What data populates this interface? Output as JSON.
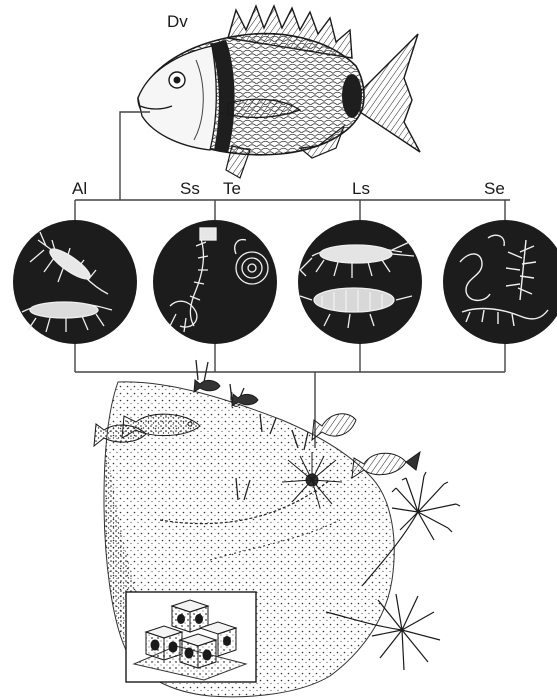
{
  "labels": {
    "predator": "Dv",
    "al": "Al",
    "ss": "Ss",
    "te": "Te",
    "ls": "Ls",
    "se": "Se"
  },
  "nodes": [
    {
      "id": "predator",
      "label_key": "predator",
      "icon": "sea-bream-fish-illustration"
    },
    {
      "id": "al",
      "label_key": "al",
      "icon": "amphipod-crustaceans-circle"
    },
    {
      "id": "ss-te",
      "label_keys": [
        "ss",
        "te"
      ],
      "icon": "polychaete-worms-and-gastropod-circle"
    },
    {
      "id": "ls",
      "label_key": "ls",
      "icon": "decapod-shrimp-and-isopod-circle"
    },
    {
      "id": "se",
      "label_key": "se",
      "icon": "worms-and-hydroid-circle"
    },
    {
      "id": "habitat",
      "icon": "artificial-reef-seabed-illustration"
    },
    {
      "id": "inset",
      "icon": "reef-cube-modules-inset"
    }
  ],
  "edges": [
    {
      "from": "predator",
      "to": [
        "al",
        "ss-te",
        "ls",
        "se"
      ]
    },
    {
      "from": [
        "al",
        "ss-te",
        "ls",
        "se"
      ],
      "to": "habitat"
    }
  ],
  "colors": {
    "ink": "#1a1a1a",
    "circle_fill": "#1c1c1c",
    "paper": "#ffffff"
  }
}
